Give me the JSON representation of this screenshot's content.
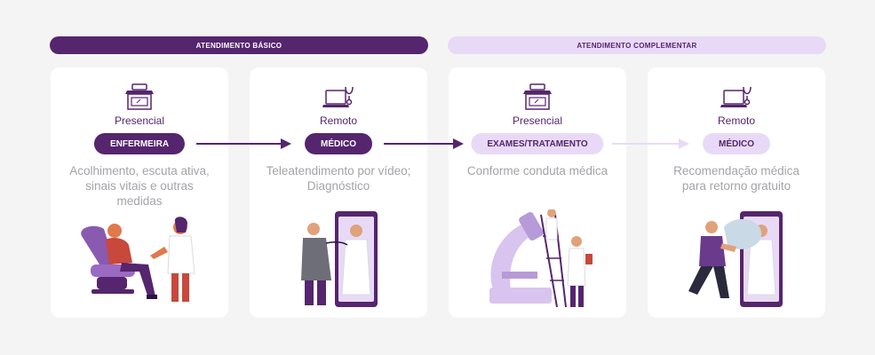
{
  "bands": {
    "basic": "ATENDIMENTO BÁSICO",
    "complementary": "ATENDIMENTO COMPLEMENTAR"
  },
  "cards": [
    {
      "mode": "Presencial",
      "badge": "ENFERMEIRA",
      "desc": "Acolhimento, escuta ativa, sinais vitais e outras medidas",
      "icon": "clinic-building-icon"
    },
    {
      "mode": "Remoto",
      "badge": "MÉDICO",
      "desc": "Teleatendimento por vídeo; Diagnóstico",
      "icon": "laptop-stethoscope-icon"
    },
    {
      "mode": "Presencial",
      "badge": "EXAMES/TRATAMENTO",
      "desc": "Conforme conduta médica",
      "icon": "clinic-building-icon"
    },
    {
      "mode": "Remoto",
      "badge": "MÉDICO",
      "desc": "Recomendação médica para retorno gratuito",
      "icon": "laptop-stethoscope-icon"
    }
  ],
  "colors": {
    "primary": "#55256e",
    "light": "#e8daf7",
    "text_muted": "#a3a3a8",
    "background": "#f4f4f5"
  }
}
